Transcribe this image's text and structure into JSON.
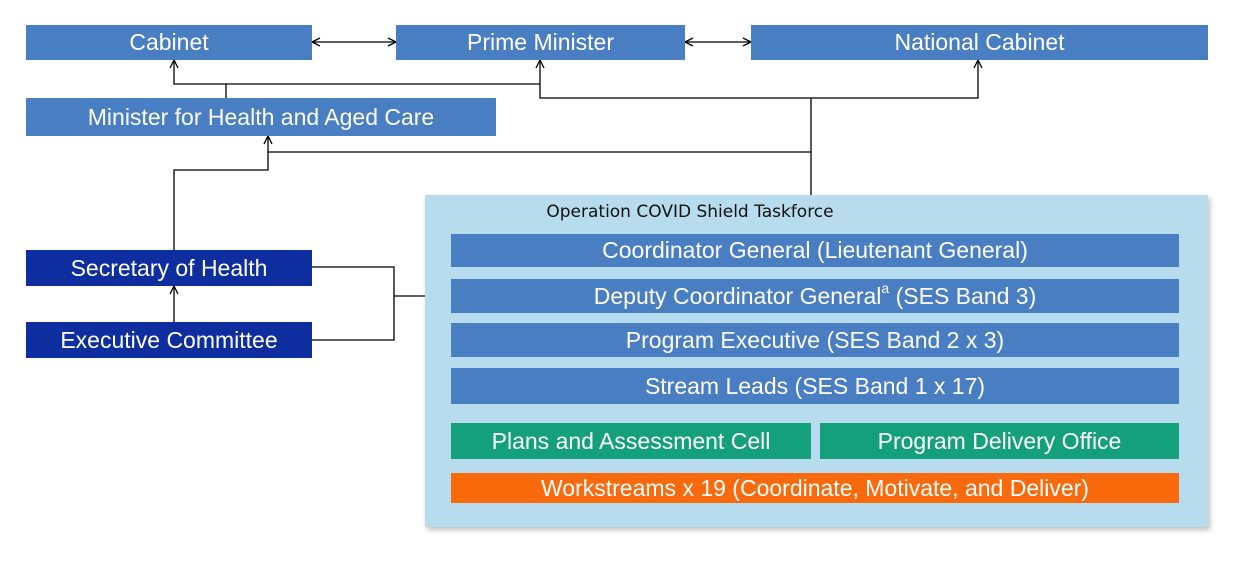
{
  "nodes": {
    "cabinet": "Cabinet",
    "prime_minister": "Prime Minister",
    "national_cabinet": "National Cabinet",
    "minister": "Minister for Health and Aged Care",
    "secretary": "Secretary of Health",
    "exec_committee": "Executive Committee"
  },
  "taskforce": {
    "title": "Operation COVID Shield Taskforce",
    "coordinator": "Coordinator General (Lieutenant General)",
    "deputy_main": "Deputy Coordinator General",
    "deputy_sup": "a",
    "deputy_suffix": " (SES Band 3)",
    "program_exec": "Program Executive (SES Band 2 x 3)",
    "stream_leads": "Stream Leads (SES Band 1 x 17)",
    "plans_cell": "Plans and Assessment Cell",
    "delivery_office": "Program Delivery Office",
    "workstreams": "Workstreams x 19 (Coordinate, Motivate, and Deliver)"
  },
  "colors": {
    "mid_blue": "#4a7ec2",
    "dark_blue": "#0e2d9e",
    "green": "#14a07a",
    "orange": "#f96a0c",
    "panel": "#b7dcee"
  }
}
